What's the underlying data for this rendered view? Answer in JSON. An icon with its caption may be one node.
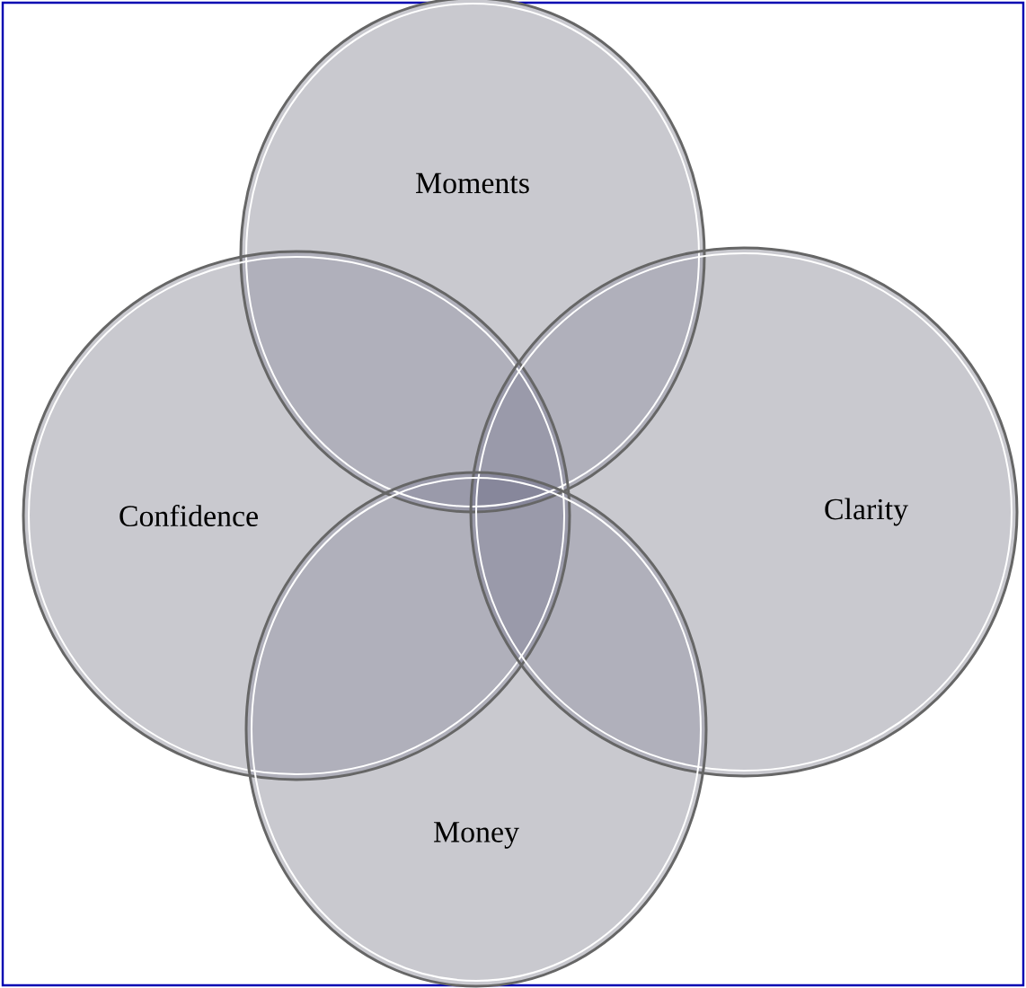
{
  "diagram": {
    "nodes": [
      {
        "text": [
          "Moments"
        ]
      },
      {
        "text": [
          "Confidence"
        ]
      },
      {
        "text": [
          "Clarity"
        ]
      },
      {
        "text": [
          "Money"
        ]
      }
    ]
  }
}
